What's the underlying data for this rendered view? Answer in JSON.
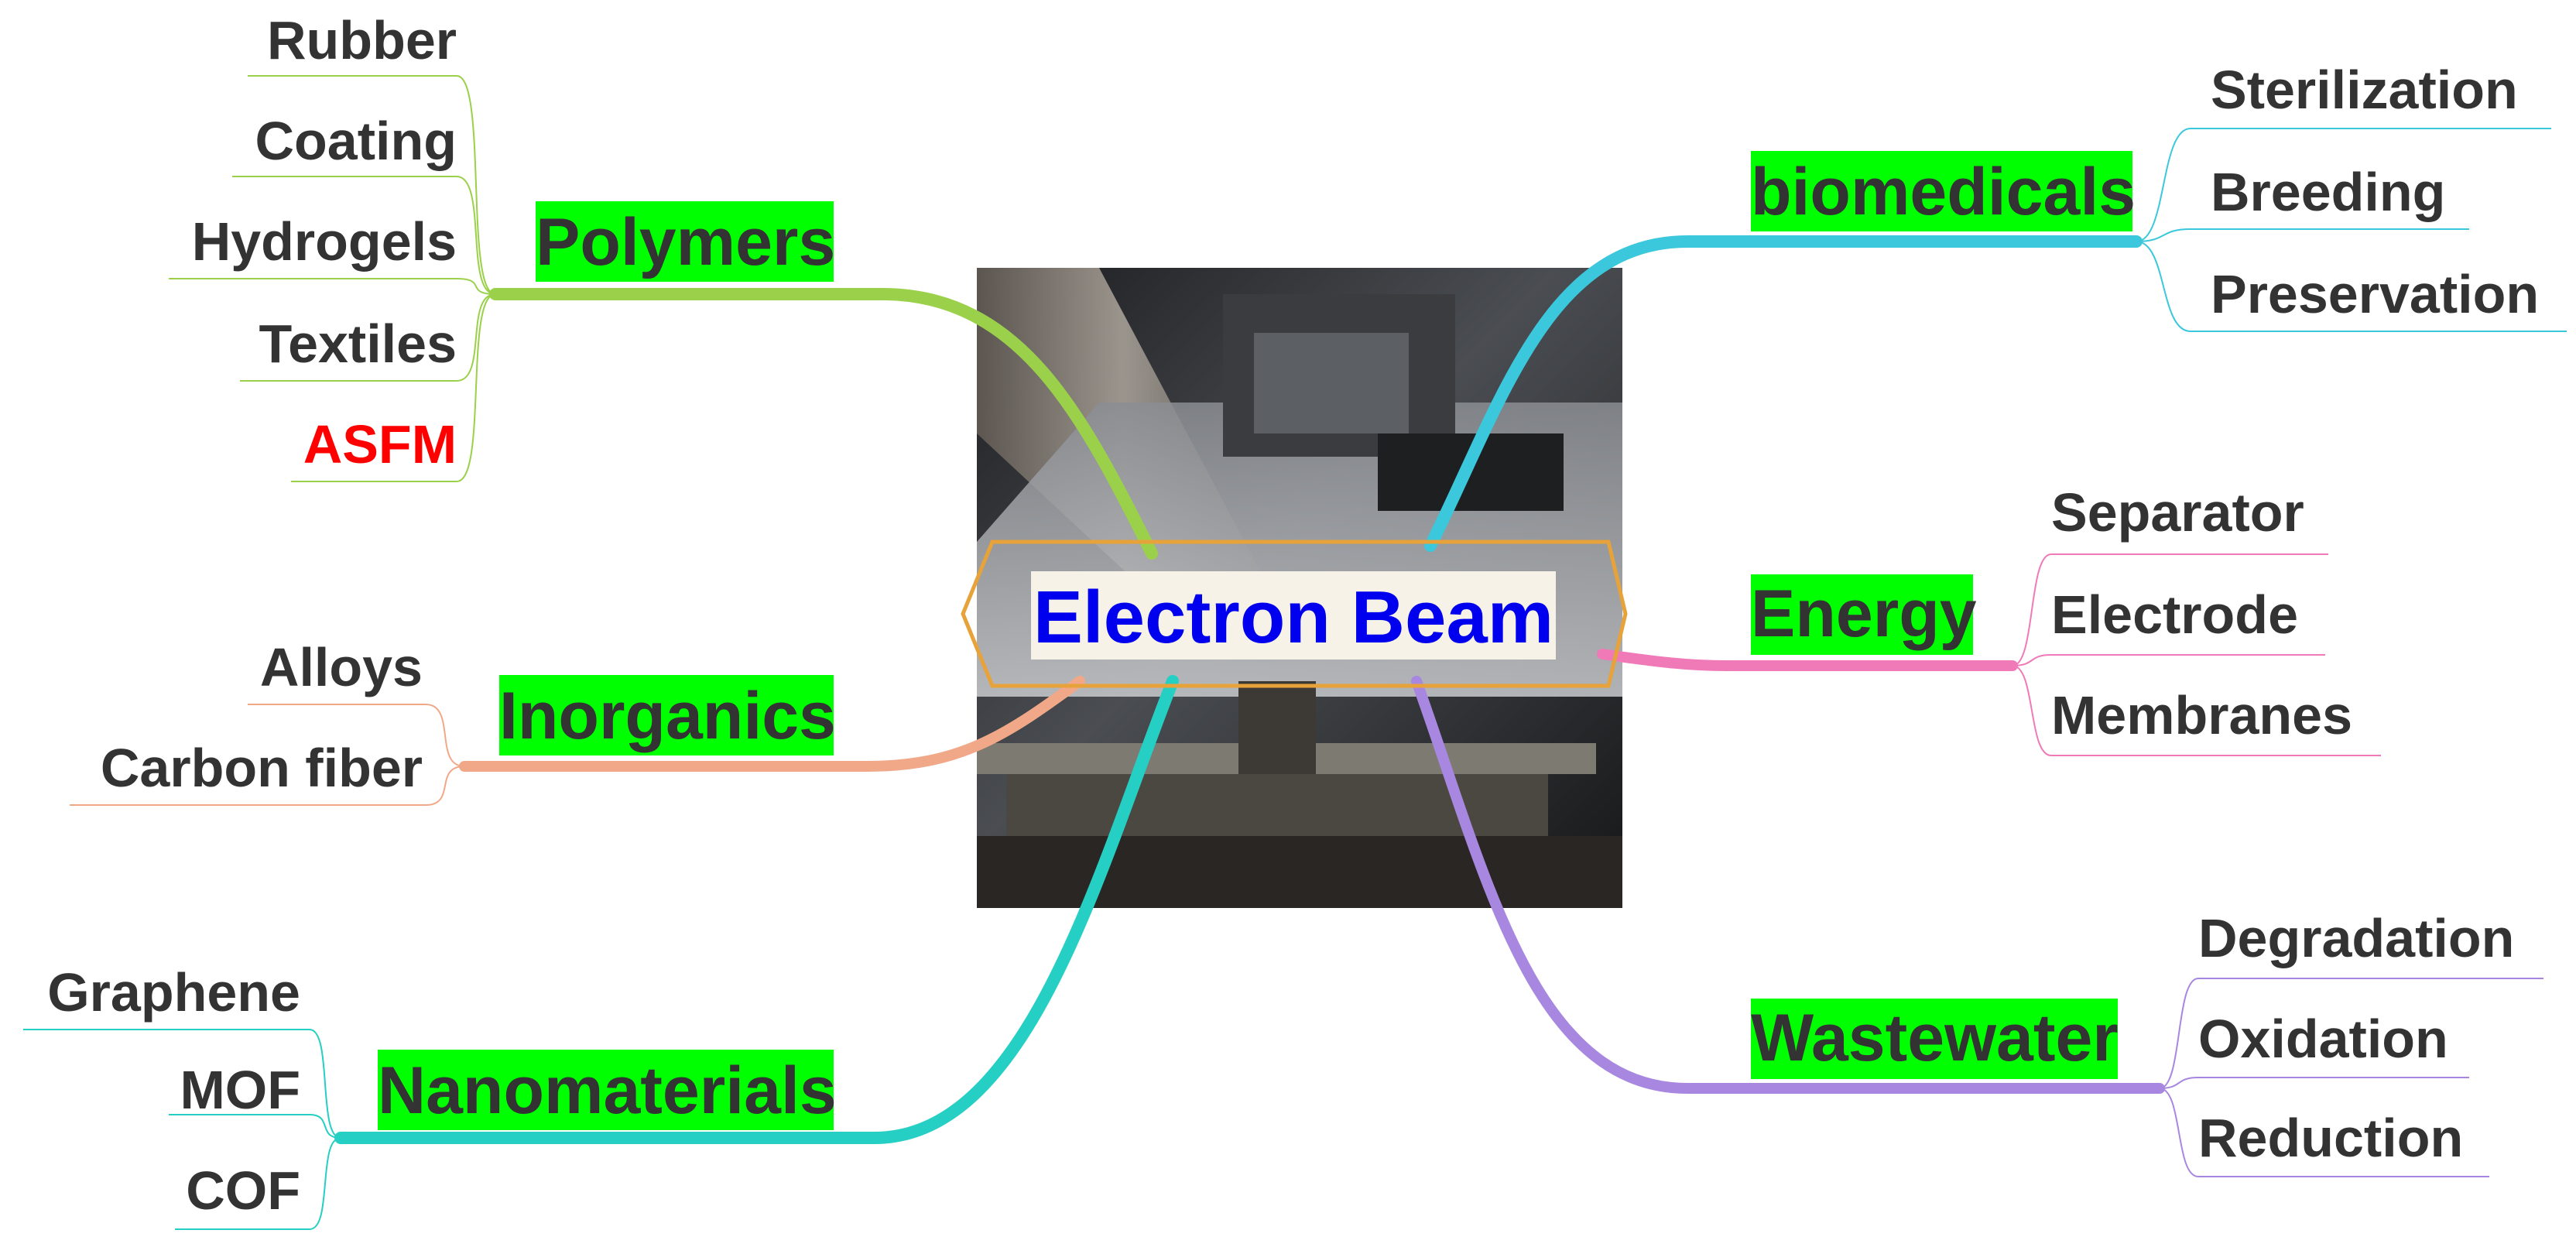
{
  "center": {
    "label": "Electron Beam",
    "photo_description_icon": "electron-beam-machine-photo",
    "frame_color": "#e8a23a",
    "label_color": "#0000ee"
  },
  "branch_highlight_color": "#00ff00",
  "branches": {
    "polymers": {
      "label": "Polymers",
      "color": "#9bd14a",
      "items": [
        "Rubber",
        "Coating",
        "Hydrogels",
        "Textiles",
        "ASFM"
      ],
      "highlighted_item": "ASFM",
      "highlighted_item_color": "#ff0000"
    },
    "inorganics": {
      "label": "Inorganics",
      "color": "#f0a888",
      "items": [
        "Alloys",
        "Carbon fiber"
      ]
    },
    "nanomaterials": {
      "label": "Nanomaterials",
      "color": "#26cfc3",
      "items": [
        "Graphene",
        "MOF",
        "COF"
      ]
    },
    "biomedicals": {
      "label": "biomedicals",
      "color": "#3cc8dc",
      "items": [
        "Sterilization",
        "Breeding",
        "Preservation"
      ]
    },
    "energy": {
      "label": "Energy",
      "color": "#f07ab8",
      "items": [
        "Separator",
        "Electrode",
        "Membranes"
      ]
    },
    "wastewater": {
      "label": "Wastewater",
      "color": "#a887e0",
      "items": [
        "Degradation",
        "Oxidation",
        "Reduction"
      ]
    }
  }
}
